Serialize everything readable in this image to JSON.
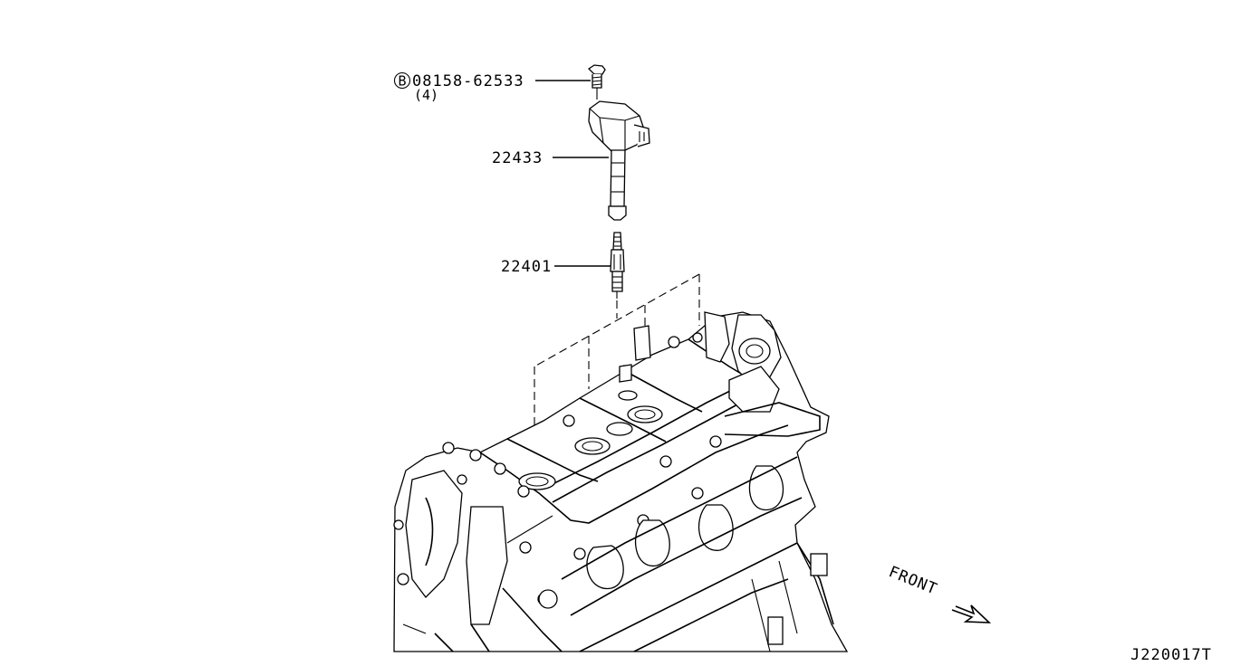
{
  "diagram": {
    "callouts": [
      {
        "id": "bolt",
        "prefix": "B",
        "part_number": "08158-62533",
        "quantity": "(4)"
      },
      {
        "id": "ignition-coil",
        "part_number": "22433"
      },
      {
        "id": "spark-plug",
        "part_number": "22401"
      }
    ],
    "direction_label": "FRONT",
    "figure_code": "J220017T"
  }
}
